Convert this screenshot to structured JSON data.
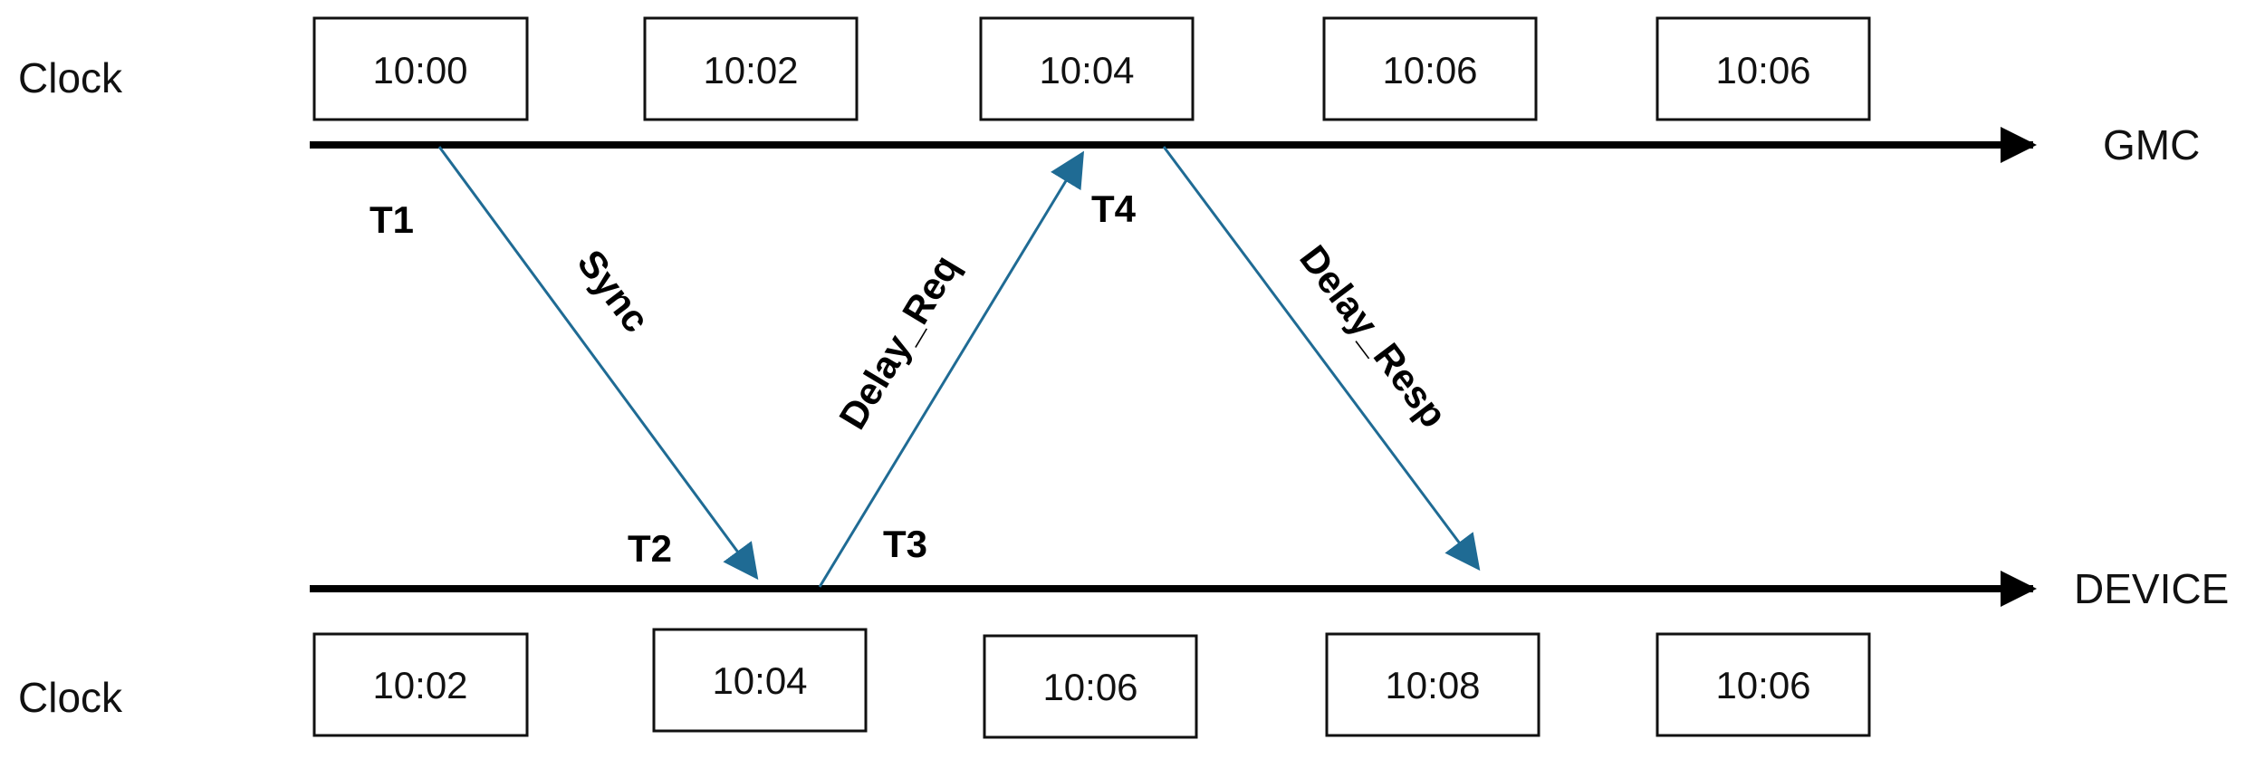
{
  "top": {
    "clock_label": "Clock",
    "axis_label": "GMC",
    "times": [
      "10:00",
      "10:02",
      "10:04",
      "10:06",
      "10:06"
    ]
  },
  "bottom": {
    "clock_label": "Clock",
    "axis_label": "DEVICE",
    "times": [
      "10:02",
      "10:04",
      "10:06",
      "10:08",
      "10:06"
    ]
  },
  "points": {
    "t1": "T1",
    "t2": "T2",
    "t3": "T3",
    "t4": "T4"
  },
  "messages": {
    "sync": "Sync",
    "delay_req": "Delay_Req",
    "delay_resp": "Delay_Resp"
  },
  "colors": {
    "message_arrow": "#1f6b94",
    "timeline": "#000000"
  }
}
